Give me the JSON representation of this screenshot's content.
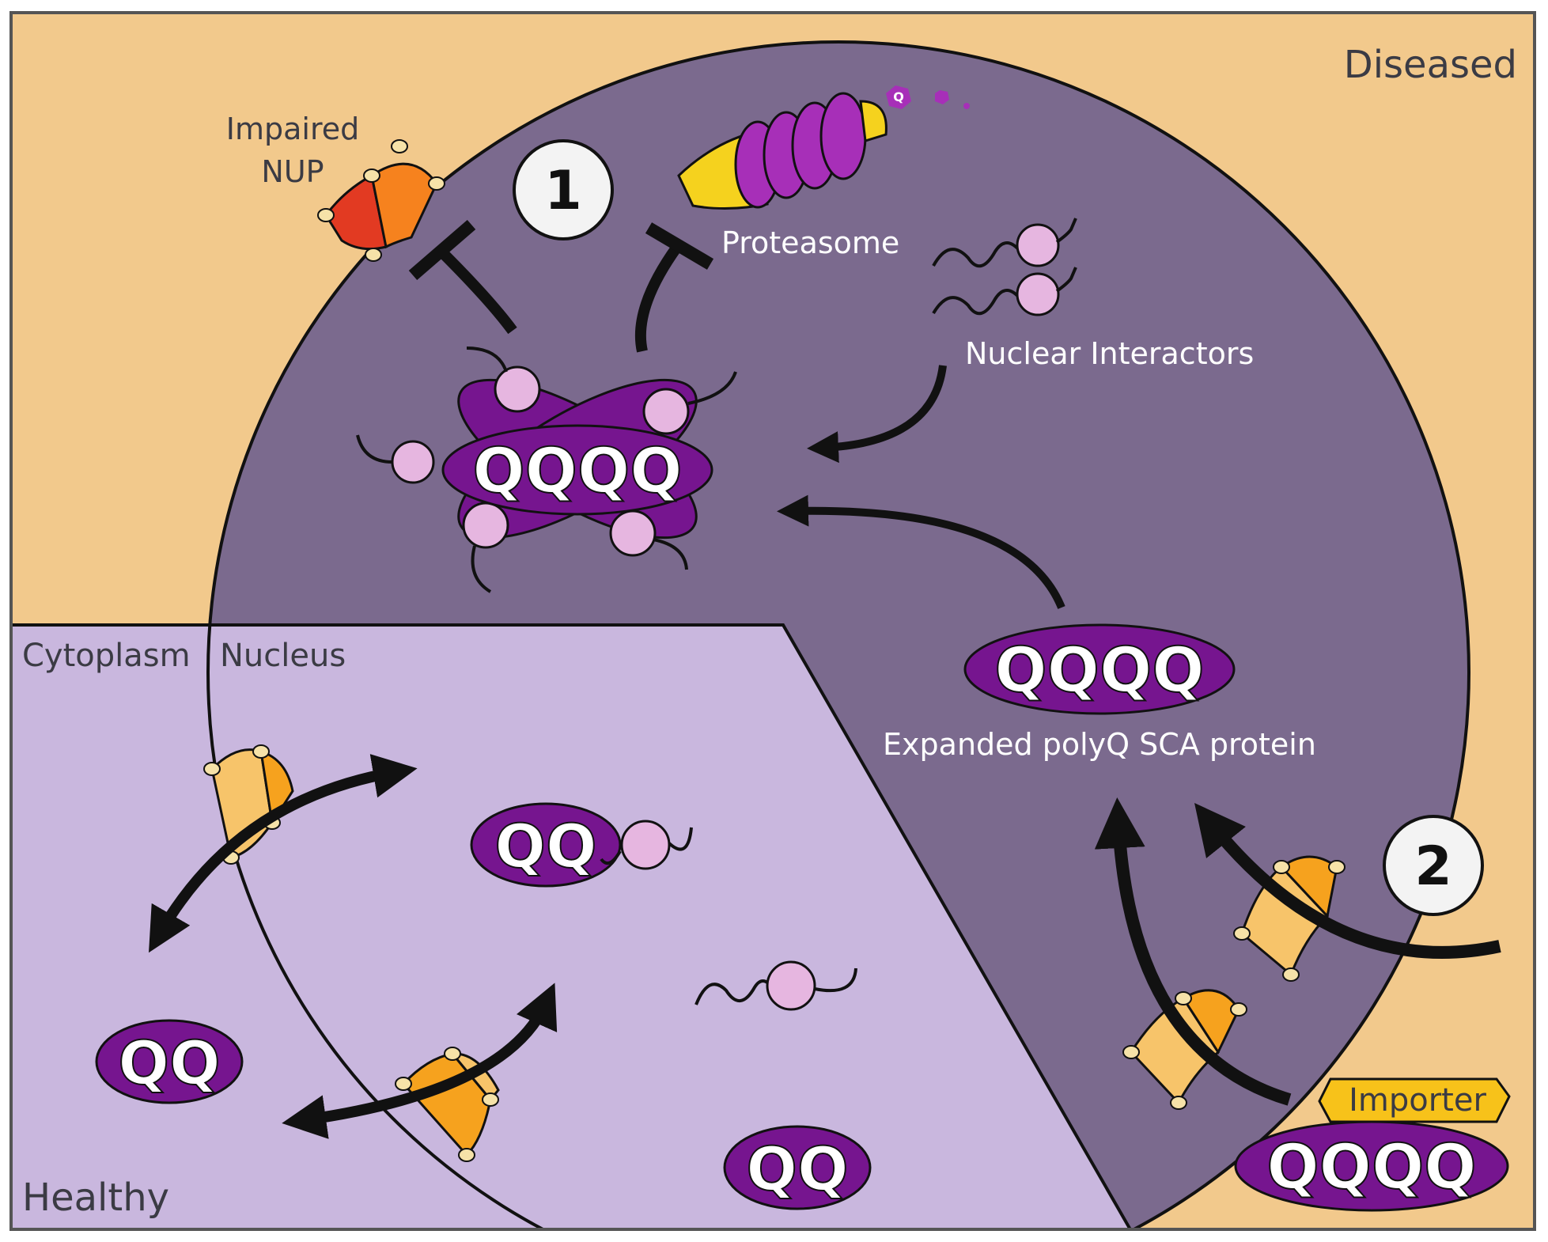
{
  "labels": {
    "diseased": "Diseased",
    "healthy": "Healthy",
    "cytoplasm": "Cytoplasm",
    "nucleus": "Nucleus",
    "impaired_nup_line1": "Impaired",
    "impaired_nup_line2": "NUP",
    "proteasome": "Proteasome",
    "nuclear_interactors": "Nuclear Interactors",
    "expanded_protein": "Expanded polyQ SCA protein",
    "importer": "Importer",
    "step1": "1",
    "step2": "2",
    "q_fragment": "Q"
  },
  "proteins": {
    "aggregate": "QQQQ",
    "expanded_nucleus": "QQQQ",
    "expanded_cytoplasm": "QQQQ",
    "healthy_nucleus": "QQ",
    "healthy_cytoplasm": "QQ",
    "healthy_envelope": "QQ"
  },
  "colors": {
    "cytoplasm_diseased": "#f2c98c",
    "nucleus_diseased": "#7b6a8e",
    "healthy_region": "#c9b7de",
    "protein_purple": "#76158f",
    "interactor_pink": "#e6b6e0",
    "nup_orange": "#f6a21e",
    "nup_red": "#e23a22",
    "proteasome_yellow": "#f5d21e",
    "importer_yellow": "#f7c21a"
  }
}
